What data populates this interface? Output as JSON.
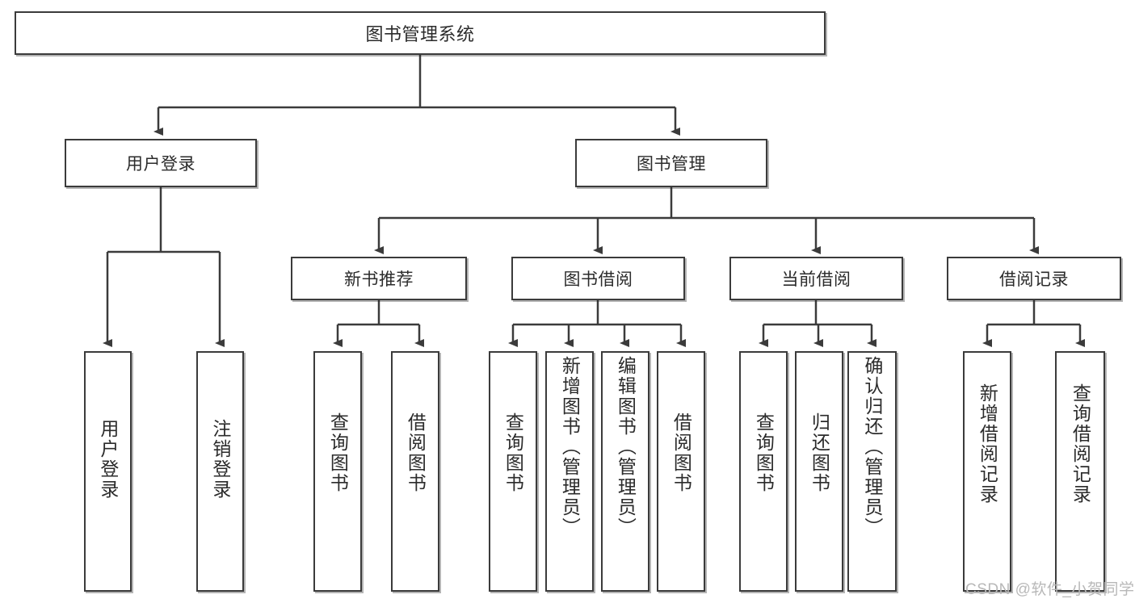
{
  "diagram": {
    "title": "图书管理系统",
    "type": "tree-hierarchy-diagram",
    "root": {
      "label": "图书管理系统"
    },
    "level2": [
      {
        "label": "用户登录"
      },
      {
        "label": "图书管理"
      }
    ],
    "level3": [
      {
        "label": "新书推荐"
      },
      {
        "label": "图书借阅"
      },
      {
        "label": "当前借阅"
      },
      {
        "label": "借阅记录"
      }
    ],
    "leaves": {
      "user_login": [
        {
          "label": "用户登录"
        },
        {
          "label": "注销登录"
        }
      ],
      "new_book_recommend": [
        {
          "label": "查询图书"
        },
        {
          "label": "借阅图书"
        }
      ],
      "book_borrow": [
        {
          "label": "查询图书"
        },
        {
          "label": "新增图书（管理员）"
        },
        {
          "label": "编辑图书（管理员）"
        },
        {
          "label": "借阅图书"
        }
      ],
      "current_borrow": [
        {
          "label": "查询图书"
        },
        {
          "label": "归还图书"
        },
        {
          "label": "确认归还（管理员）"
        }
      ],
      "borrow_record": [
        {
          "label": "新增借阅记录"
        },
        {
          "label": "查询借阅记录"
        }
      ]
    }
  },
  "watermark": {
    "text": "CSDN @软件_小贺同学"
  },
  "colors": {
    "stroke": "#3b3b3b",
    "text": "#2b2b2b",
    "background": "#ffffff",
    "watermark": "#b8b8b8"
  }
}
